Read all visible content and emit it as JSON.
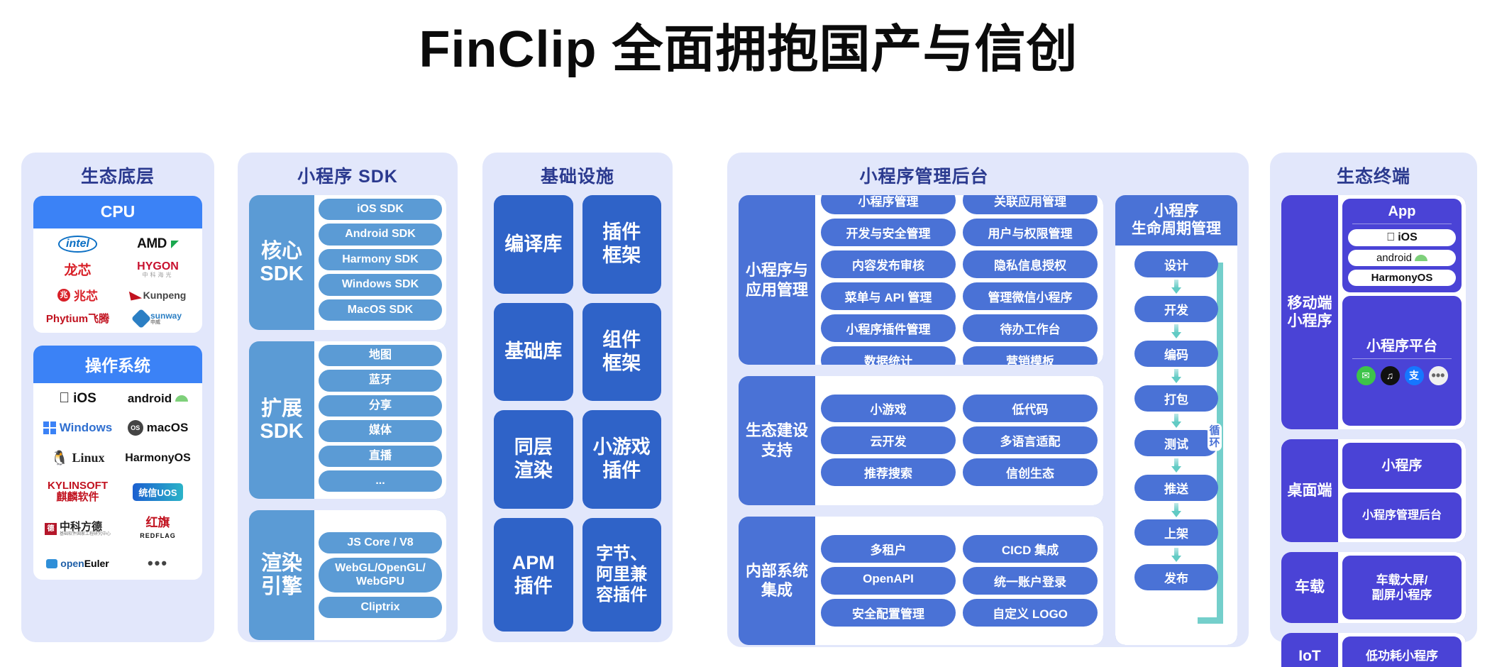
{
  "title": "FinClip 全面拥抱国产与信创",
  "columns": {
    "ecosystem_base": {
      "title": "生态底层",
      "cpu": {
        "header": "CPU",
        "logos": [
          "intel",
          "AMD",
          "龙芯",
          "HYGON 中科海光",
          "兆芯",
          "Kunpeng",
          "Phytium飞腾",
          "sunway 申威"
        ]
      },
      "os": {
        "header": "操作系统",
        "logos": [
          "iOS",
          "android",
          "Windows",
          "macOS",
          "Linux",
          "HarmonyOS",
          "KYLINSOFT 麒麟软件",
          "统信UOS",
          "中科方德",
          "红旗 REDFLAG",
          "openEuler",
          "..."
        ]
      }
    },
    "sdk": {
      "title": "小程序 SDK",
      "groups": [
        {
          "label": "核心\nSDK",
          "label_l1": "核心",
          "label_l2": "SDK",
          "items": [
            "iOS SDK",
            "Android SDK",
            "Harmony SDK",
            "Windows SDK",
            "MacOS SDK"
          ]
        },
        {
          "label_l1": "扩展",
          "label_l2": "SDK",
          "items": [
            "地图",
            "蓝牙",
            "分享",
            "媒体",
            "直播",
            "..."
          ]
        },
        {
          "label_l1": "渲染",
          "label_l2": "引擎",
          "items": [
            "JS Core / V8",
            "WebGL/OpenGL/\nWebGPU",
            "Cliptrix"
          ]
        }
      ]
    },
    "infrastructure": {
      "title": "基础设施",
      "boxes": [
        "编译库",
        "插件\n框架",
        "基础库",
        "组件\n框架",
        "同层\n渲染",
        "小游戏\n插件",
        "APM\n插件",
        "字节、\n阿里兼\n容插件"
      ]
    },
    "admin": {
      "title": "小程序管理后台",
      "groups": [
        {
          "label_l1": "小程序与",
          "label_l2": "应用管理",
          "items": [
            "小程序管理",
            "关联应用管理",
            "开发与安全管理",
            "用户与权限管理",
            "内容发布审核",
            "隐私信息授权",
            "菜单与 API 管理",
            "管理微信小程序",
            "小程序插件管理",
            "待办工作台",
            "数据统计",
            "营销模板"
          ]
        },
        {
          "label_l1": "生态建设",
          "label_l2": "支持",
          "items": [
            "小游戏",
            "低代码",
            "云开发",
            "多语言适配",
            "推荐搜索",
            "信创生态"
          ]
        },
        {
          "label_l1": "内部系统",
          "label_l2": "集成",
          "items": [
            "多租户",
            "CICD 集成",
            "OpenAPI",
            "统一账户登录",
            "安全配置管理",
            "自定义 LOGO"
          ]
        }
      ],
      "lifecycle": {
        "title_l1": "小程序",
        "title_l2": "生命周期管理",
        "steps": [
          "设计",
          "开发",
          "编码",
          "打包",
          "测试",
          "推送",
          "上架",
          "发布"
        ],
        "loop_label_l1": "循",
        "loop_label_l2": "环"
      }
    },
    "terminals": {
      "title": "生态终端",
      "cards": [
        {
          "label_l1": "移动端",
          "label_l2": "小程序",
          "blocks": [
            {
              "title": "App",
              "chips": [
                "iOS",
                "android",
                "HarmonyOS"
              ]
            },
            {
              "title": "小程序平台",
              "icons": [
                "wechat-icon",
                "tiktok-icon",
                "alipay-icon",
                "more-icon"
              ]
            }
          ]
        },
        {
          "label_l1": "桌面端",
          "label_l2": "",
          "plain": [
            "小程序",
            "小程序管理后台"
          ]
        },
        {
          "label_l1": "车载",
          "label_l2": "",
          "plain": [
            "车载大屏/\n副屏小程序"
          ]
        },
        {
          "label_l1": "IoT",
          "label_l2": "",
          "plain": [
            "低功耗小程序"
          ]
        }
      ]
    }
  },
  "colors": {
    "panel_bg": "#e2e7fb",
    "panel_title": "#2b3a8f",
    "cpu_header": "#3b82f6",
    "sdk_blue": "#5b9bd5",
    "infra_blue": "#2f63c8",
    "admin_blue": "#4a72d6",
    "terminal_blue": "#4a43d6",
    "loop_teal": "#74cfcb"
  }
}
